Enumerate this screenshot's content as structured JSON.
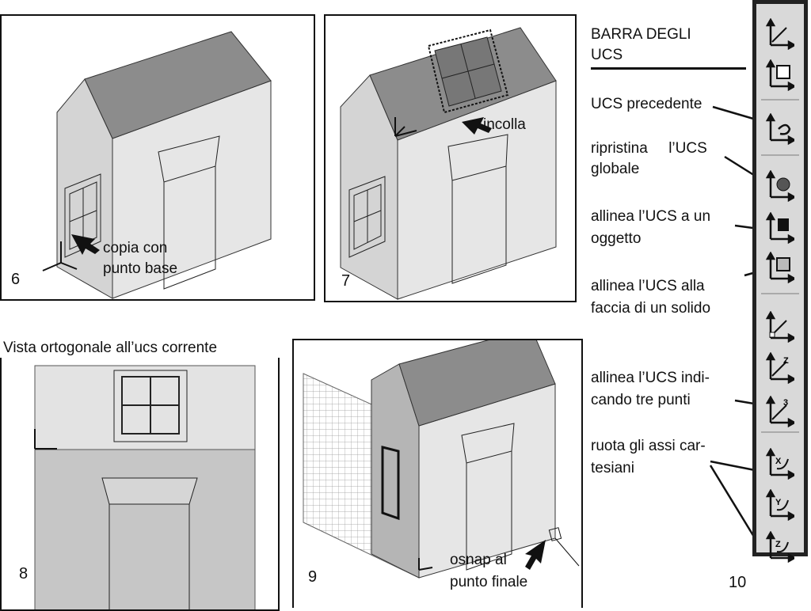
{
  "panels": {
    "p6": {
      "number": "6",
      "callout": "copia con\npunto base",
      "callout_l1": "copia con",
      "callout_l2": "punto base"
    },
    "p7": {
      "number": "7",
      "callout": "incolla"
    },
    "p8": {
      "number": "8",
      "title": "Vista ortogonale all’ucs corrente"
    },
    "p9": {
      "number": "9",
      "callout_l1": "osnap al",
      "callout_l2": "punto finale"
    },
    "p10": {
      "number": "10"
    }
  },
  "axis_labels": {
    "x": "X",
    "y": "Y",
    "z": "Z"
  },
  "legend": {
    "heading_l1": "BARRA  DEGLI",
    "heading_l2": "UCS",
    "items": [
      {
        "l1": "UCS precedente"
      },
      {
        "l1": "ripristina     l’UCS",
        "l2": "globale"
      },
      {
        "l1": "allinea l’UCS a un",
        "l2": "oggetto"
      },
      {
        "l1": "allinea l’UCS alla",
        "l2": "faccia di un solido"
      },
      {
        "l1": "allinea l’UCS indi-",
        "l2": "cando tre punti"
      },
      {
        "l1": "ruota gli assi car-",
        "l2": "tesiani"
      }
    ]
  },
  "toolbar": {
    "icons": [
      "ucs-icon",
      "named-ucs-icon",
      "ucs-previous-icon",
      "world-ucs-icon",
      "object-ucs-icon",
      "face-ucs-icon",
      "origin-ucs-icon",
      "z-axis-vector-ucs-icon",
      "3-point-ucs-icon",
      "x-rotate-ucs-icon",
      "y-rotate-ucs-icon",
      "z-rotate-ucs-icon"
    ]
  },
  "colors": {
    "roof": "#8c8c8c",
    "wall": "#e6e6e6",
    "wall_side": "#d4d4d4",
    "toolbar_bg": "#d9d9d9"
  }
}
